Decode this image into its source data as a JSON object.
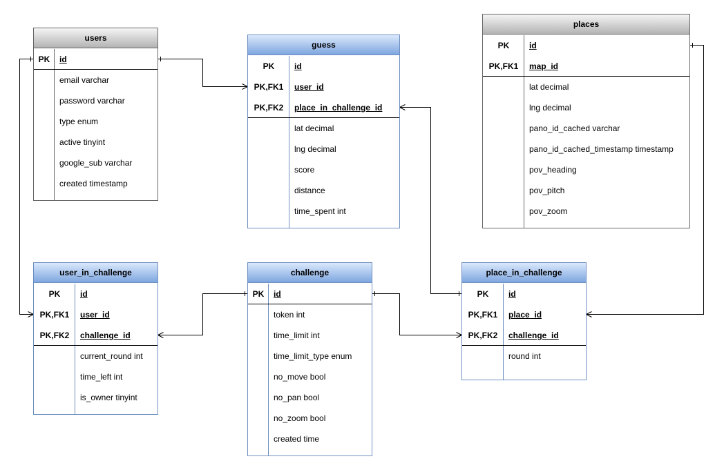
{
  "entities": {
    "users": {
      "name": "users",
      "key_rows": [
        {
          "key": "PK",
          "name": "id"
        }
      ],
      "attributes": [
        "email varchar",
        "password varchar",
        "type enum",
        "active tinyint",
        "google_sub varchar",
        "created timestamp"
      ]
    },
    "guess": {
      "name": "guess",
      "key_rows": [
        {
          "key": "PK",
          "name": "id"
        },
        {
          "key": "PK,FK1",
          "name": "user_id"
        },
        {
          "key": "PK,FK2",
          "name": "place_in_challenge_id"
        }
      ],
      "attributes": [
        "lat decimal",
        "lng decimal",
        "score",
        "distance",
        "time_spent int"
      ]
    },
    "places": {
      "name": "places",
      "key_rows": [
        {
          "key": "PK",
          "name": "id"
        },
        {
          "key": "PK,FK1",
          "name": "map_id"
        }
      ],
      "attributes": [
        "lat decimal",
        "lng decimal",
        "pano_id_cached varchar",
        "pano_id_cached_timestamp timestamp",
        "pov_heading",
        "pov_pitch",
        "pov_zoom"
      ]
    },
    "user_in_challenge": {
      "name": "user_in_challenge",
      "key_rows": [
        {
          "key": "PK",
          "name": "id"
        },
        {
          "key": "PK,FK1",
          "name": "user_id"
        },
        {
          "key": "PK,FK2",
          "name": "challenge_id"
        }
      ],
      "attributes": [
        "current_round int",
        "time_left int",
        "is_owner tinyint"
      ]
    },
    "challenge": {
      "name": "challenge",
      "key_rows": [
        {
          "key": "PK",
          "name": "id"
        }
      ],
      "attributes": [
        "token int",
        "time_limit int",
        "time_limit_type enum",
        "no_move bool",
        "no_pan bool",
        "no_zoom bool",
        "created time"
      ]
    },
    "place_in_challenge": {
      "name": "place_in_challenge",
      "key_rows": [
        {
          "key": "PK",
          "name": "id"
        },
        {
          "key": "PK,FK1",
          "name": "place_id"
        },
        {
          "key": "PK,FK2",
          "name": "challenge_id"
        }
      ],
      "attributes": [
        "round int"
      ]
    }
  },
  "colors": {
    "connector": "#000000",
    "gray_border": "#666666",
    "blue_border": "#6c8ebf",
    "blue_header_top": "#dae8fc",
    "blue_header_bottom": "#7ea6e0",
    "gray_header_top": "#f5f5f5",
    "gray_header_bottom": "#b3b3b3"
  }
}
